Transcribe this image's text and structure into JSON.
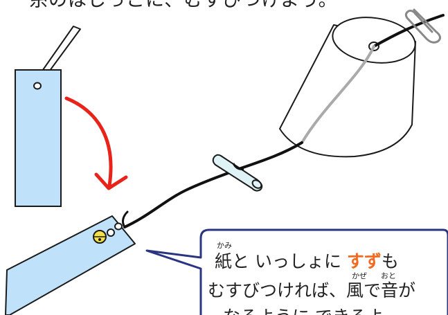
{
  "top_caption": "糸のはしっこに、むすびつけよう。",
  "bubble": {
    "line1_part1": "紙と いっしょに ",
    "line1_emph": "すず",
    "line1_part2": "も",
    "line2_part1": "むすびつければ、",
    "line2_part2": "風で音が",
    "line3": "なるように できるよ",
    "ruby_kami": "かみ",
    "ruby_kaze": "かぜ",
    "ruby_oto": "おと"
  },
  "colors": {
    "paper_fill": "#bfe2fa",
    "outline": "#1a1a1a",
    "arrow_red": "#e8231a",
    "emphasis_orange": "#f26a1f",
    "bubble_border": "#2a3580",
    "bell_yellow": "#f5e04a",
    "string_black": "#111111",
    "string_gray": "#aaaaaa",
    "stick_fill": "#dff3f6"
  },
  "icons": {
    "paper_clip": "paper-clip-icon",
    "bell": "bell-icon",
    "needle": "needle-icon",
    "red_arrow": "curved-arrow-icon"
  }
}
